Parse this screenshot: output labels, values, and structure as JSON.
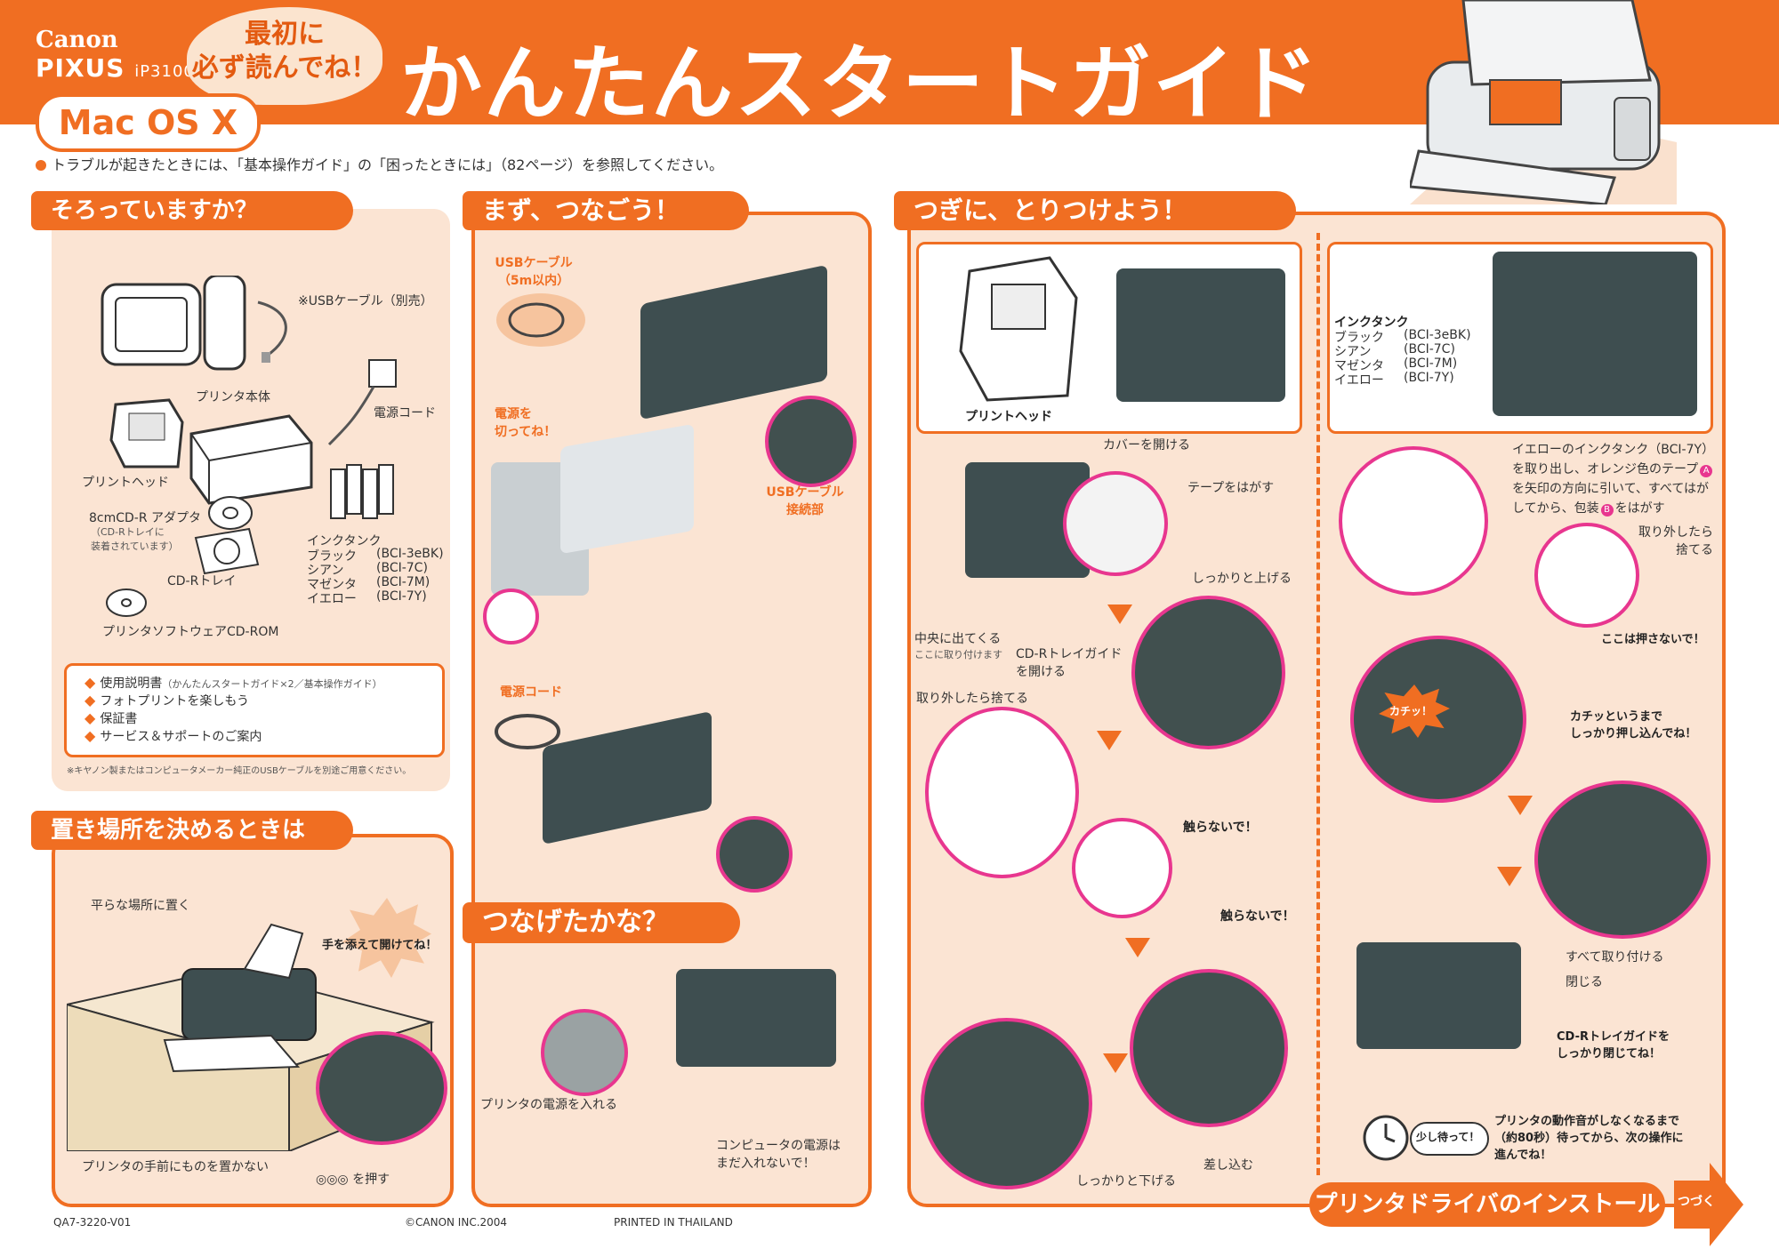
{
  "header": {
    "brand": "Canon",
    "product": "PIXUS",
    "model": "iP3100",
    "bubble_line1": "最初に",
    "bubble_line2": "必ず読んでね！",
    "title": "かんたんスタートガイド",
    "os": "Mac OS X"
  },
  "notice": "トラブルが起きたときには、「基本操作ガイド」の「困ったときには」（82ページ）を参照してください。",
  "sec_contents": {
    "title": "そろっていますか？",
    "usb_cable": "※USBケーブル（別売）",
    "printer_body": "プリンタ本体",
    "power_cord": "電源コード",
    "print_head": "プリントヘッド",
    "adapter": "8cmCD-R アダプタ",
    "adapter_note1": "（CD-Rトレイに",
    "adapter_note2": "装着されています）",
    "cd_tray": "CD-Rトレイ",
    "ink_tank": "インクタンク",
    "inks": [
      {
        "name": "ブラック",
        "code": "(BCI-3eBK)"
      },
      {
        "name": "シアン",
        "code": "(BCI-7C)"
      },
      {
        "name": "マゼンタ",
        "code": "(BCI-7M)"
      },
      {
        "name": "イエロー",
        "code": "(BCI-7Y)"
      }
    ],
    "cdrom": "プリンタソフトウェアCD-ROM",
    "docs": [
      {
        "label": "使用説明書",
        "note": "（かんたんスタートガイド×2／基本操作ガイド）"
      },
      {
        "label": "フォトプリントを楽しもう",
        "note": ""
      },
      {
        "label": "保証書",
        "note": ""
      },
      {
        "label": "サービス＆サポートのご案内",
        "note": ""
      }
    ],
    "footnote": "※キヤノン製またはコンピュータメーカー純正のUSBケーブルを別途ご用意ください。"
  },
  "sec_place": {
    "title": "置き場所を決めるときは",
    "flat": "平らな場所に置く",
    "open_hint": "手を添えて開けてね！",
    "no_front": "プリンタの手前にものを置かない",
    "press": "を押す"
  },
  "sec_connect": {
    "title": "まず、つなごう！",
    "usb_cable": "USBケーブル",
    "usb_len": "（5m以内）",
    "power_off1": "電源を",
    "power_off2": "切ってね！",
    "usb_port1": "USBケーブル",
    "usb_port2": "接続部",
    "power_cord": "電源コード"
  },
  "sec_check": {
    "title": "つなげたかな？",
    "power_on": "プリンタの電源を入れる",
    "pc_note1": "コンピュータの電源は",
    "pc_note2": "まだ入れないで！"
  },
  "sec_install": {
    "title": "つぎに、とりつけよう！",
    "print_head": "プリントヘッド",
    "open_cover": "カバーを開ける",
    "remove_tape": "テープをはがす",
    "center1": "中央に出てくる",
    "center2": "ここに取り付けます",
    "cd_guide1": "CD-Rトレイガイド",
    "cd_guide2": "を開ける",
    "lift": "しっかりと上げる",
    "discard": "取り外したら捨てる",
    "no_touch1": "触らないで！",
    "no_touch2": "触らないで！",
    "lower": "しっかりと下げる",
    "insert": "差し込む",
    "ink_tank": "インクタンク",
    "inks": [
      {
        "name": "ブラック",
        "code": "(BCI-3eBK)"
      },
      {
        "name": "シアン",
        "code": "(BCI-7C)"
      },
      {
        "name": "マゼンタ",
        "code": "(BCI-7M)"
      },
      {
        "name": "イエロー",
        "code": "(BCI-7Y)"
      }
    ],
    "yellow1": "イエローのインクタンク（BCI-7Y）",
    "yellow2": "を取り出し、オレンジ色のテープ",
    "yellow3": "を矢印の方向に引いて、すべてはが",
    "yellow4": "してから、包装",
    "yellow5": "をはがす",
    "mark_a": "A",
    "mark_b": "B",
    "discard2_1": "取り外したら",
    "discard2_2": "捨てる",
    "no_press": "ここは押さないで！",
    "click": "カチッ！",
    "push1": "カチッというまで",
    "push2": "しっかり押し込んでね！",
    "all_attach": "すべて取り付ける",
    "close": "閉じる",
    "close_guide1": "CD-Rトレイガイドを",
    "close_guide2": "しっかり閉じてね！",
    "wait": "少し待って！",
    "wait_note1": "プリンタの動作音がしなくなるまで",
    "wait_note2": "（約80秒）待ってから、次の操作に",
    "wait_note3": "進んでね！"
  },
  "next": {
    "label": "プリンタドライバのインストール",
    "continue": "つづく"
  },
  "footer": {
    "code": "QA7-3220-V01",
    "copyright": "©CANON INC.2004",
    "printed": "PRINTED IN THAILAND"
  }
}
